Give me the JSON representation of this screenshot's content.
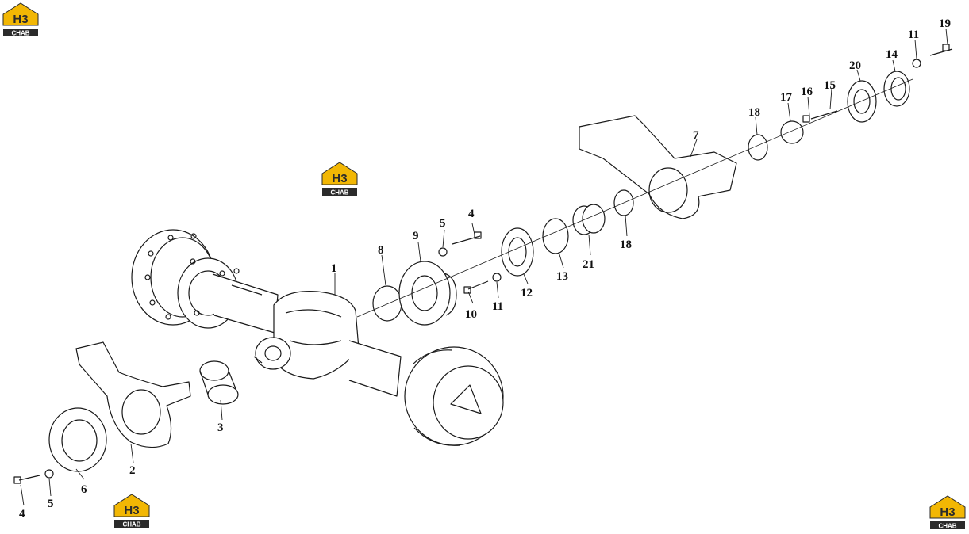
{
  "logo": {
    "big": "H3",
    "small": "CHAB"
  },
  "callouts": [
    "1",
    "2",
    "3",
    "4",
    "5",
    "6",
    "7",
    "8",
    "9",
    "10",
    "11",
    "12",
    "13",
    "14",
    "15",
    "16",
    "17",
    "18",
    "19",
    "20",
    "21"
  ],
  "colors": {
    "logo_yellow": "#f2b704",
    "logo_dark": "#2b2b2b",
    "line": "#1a1a1a"
  }
}
